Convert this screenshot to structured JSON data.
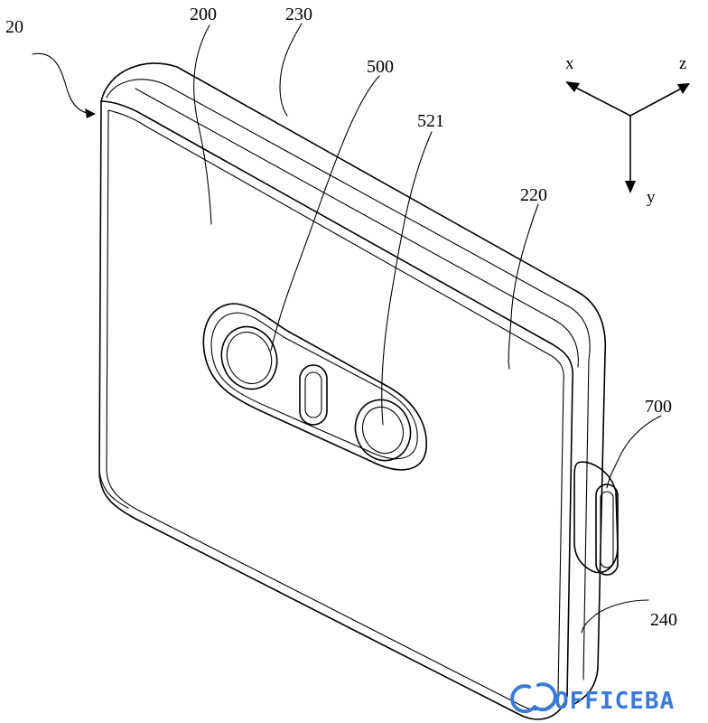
{
  "labels": {
    "device": "20",
    "back_panel": "200",
    "frame_top": "230",
    "camera_deco": "500",
    "lens": "521",
    "back_face": "220",
    "side_port": "700",
    "frame_side": "240"
  },
  "axes": {
    "x": "x",
    "y": "y",
    "z": "z"
  },
  "watermark": {
    "text": "OFFICEBA",
    "color": "#3a7bd5"
  }
}
